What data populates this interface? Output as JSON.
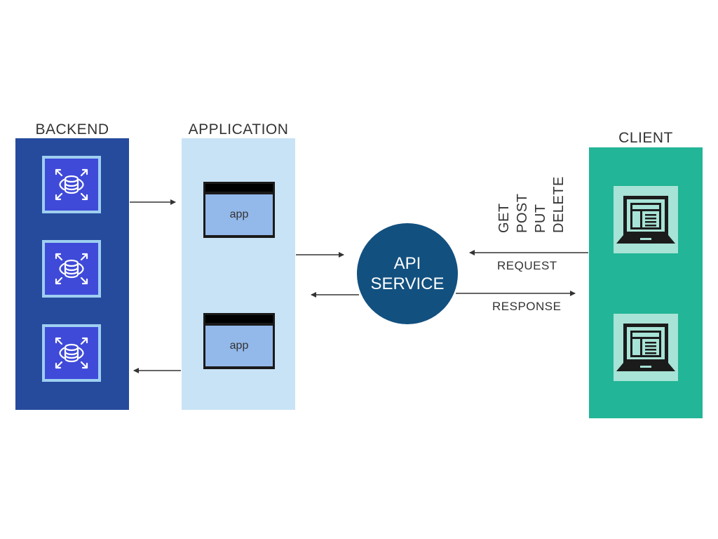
{
  "columns": {
    "backend": {
      "title": "BACKEND",
      "items": 3,
      "icon": "database-scale-icon"
    },
    "application": {
      "title": "APPLICATION",
      "windows": [
        {
          "label": "app"
        },
        {
          "label": "app"
        }
      ]
    },
    "client": {
      "title": "CLIENT",
      "items": 2,
      "icon": "laptop-icon"
    }
  },
  "api_service": {
    "line1": "API",
    "line2": "SERVICE"
  },
  "http_methods": [
    "GET",
    "POST",
    "PUT",
    "DELETE"
  ],
  "flows": {
    "request": "REQUEST",
    "response": "RESPONSE"
  },
  "colors": {
    "backend": "#264b9d",
    "application": "#c9e3f6",
    "client": "#22b597",
    "api": "#12507f",
    "db_tile": "#3f4ad9",
    "app_body": "#93b8ea"
  }
}
